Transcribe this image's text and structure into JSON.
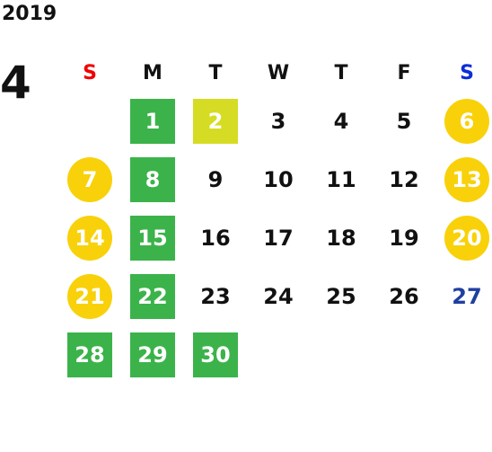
{
  "calendar": {
    "year": "2019",
    "month": "4",
    "weekdays": [
      {
        "label": "S",
        "color": "#f00000"
      },
      {
        "label": "M",
        "color": "#111111"
      },
      {
        "label": "T",
        "color": "#111111"
      },
      {
        "label": "W",
        "color": "#111111"
      },
      {
        "label": "T",
        "color": "#111111"
      },
      {
        "label": "F",
        "color": "#111111"
      },
      {
        "label": "S",
        "color": "#0a2ed8"
      }
    ],
    "weeks": [
      [
        null,
        {
          "day": "1",
          "style": "green"
        },
        {
          "day": "2",
          "style": "lime"
        },
        {
          "day": "3",
          "style": "plain"
        },
        {
          "day": "4",
          "style": "plain"
        },
        {
          "day": "5",
          "style": "plain"
        },
        {
          "day": "6",
          "style": "circle"
        }
      ],
      [
        {
          "day": "7",
          "style": "circle"
        },
        {
          "day": "8",
          "style": "green"
        },
        {
          "day": "9",
          "style": "plain"
        },
        {
          "day": "10",
          "style": "plain"
        },
        {
          "day": "11",
          "style": "plain"
        },
        {
          "day": "12",
          "style": "plain"
        },
        {
          "day": "13",
          "style": "circle"
        }
      ],
      [
        {
          "day": "14",
          "style": "circle"
        },
        {
          "day": "15",
          "style": "green"
        },
        {
          "day": "16",
          "style": "plain"
        },
        {
          "day": "17",
          "style": "plain"
        },
        {
          "day": "18",
          "style": "plain"
        },
        {
          "day": "19",
          "style": "plain"
        },
        {
          "day": "20",
          "style": "circle"
        }
      ],
      [
        {
          "day": "21",
          "style": "circle"
        },
        {
          "day": "22",
          "style": "green"
        },
        {
          "day": "23",
          "style": "plain"
        },
        {
          "day": "24",
          "style": "plain"
        },
        {
          "day": "25",
          "style": "plain"
        },
        {
          "day": "26",
          "style": "plain"
        },
        {
          "day": "27",
          "style": "blue"
        }
      ],
      [
        {
          "day": "28",
          "style": "green"
        },
        {
          "day": "29",
          "style": "green"
        },
        {
          "day": "30",
          "style": "green"
        },
        null,
        null,
        null,
        null
      ]
    ]
  },
  "colors": {
    "green": "#3bb34a",
    "lime": "#d6dc24",
    "circle": "#f8d10a",
    "sunday": "#f00000",
    "saturday": "#0a2ed8",
    "blue_day": "#1f3fa0"
  }
}
